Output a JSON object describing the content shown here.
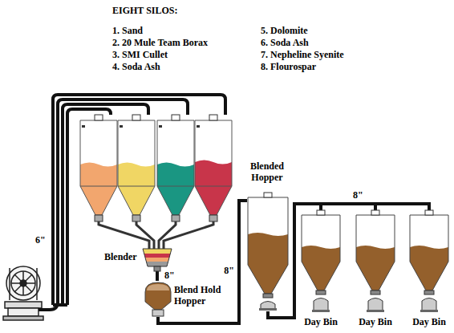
{
  "diagram": {
    "title": "EIGHT SILOS:",
    "nodes": [
      {
        "text": [
          "Blender"
        ]
      },
      {
        "text": [
          "Blend Hold Hopper"
        ]
      },
      {
        "text": [
          "Blended Hopper"
        ]
      },
      {
        "text": [
          "Day Bin"
        ]
      },
      {
        "text": [
          "Day Bin"
        ]
      },
      {
        "text": [
          "Day Bin"
        ]
      }
    ],
    "edges": [
      {
        "from": 0,
        "to": 1,
        "arrow": "none",
        "label": "8\""
      },
      {
        "from": 1,
        "to": 2,
        "arrow": "none",
        "label": "8\""
      },
      {
        "from": 2,
        "to": 3,
        "arrow": "none"
      },
      {
        "from": 2,
        "to": 4,
        "arrow": "none",
        "label": "8\""
      },
      {
        "from": 2,
        "to": 5,
        "arrow": "none"
      }
    ],
    "labels": [
      "1. Sand",
      "2. 20 Mule Team Borax",
      "3. SMI Cullet",
      "4. Soda Ash",
      "5. Dolomite",
      "6. Soda Ash",
      "7. Nepheline Syenite",
      "8. Flourospar",
      "6\""
    ]
  }
}
